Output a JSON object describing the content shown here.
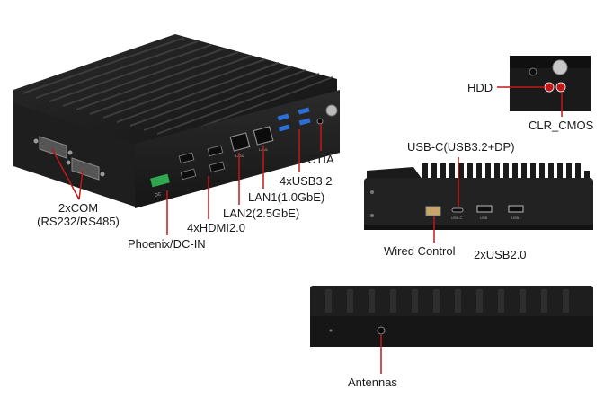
{
  "labels": {
    "com_line1": "2xCOM",
    "com_line2": "(RS232/RS485)",
    "phoenix": "Phoenix/DC-IN",
    "hdmi": "4xHDMI2.0",
    "lan2": "LAN2(2.5GbE)",
    "lan1": "LAN1(1.0GbE)",
    "usb32": "4xUSB3.2",
    "ctia": "CTIA",
    "hdd": "HDD",
    "clr_cmos": "CLR_CMOS",
    "usbc": "USB-C(USB3.2+DP)",
    "wired_control": "Wired Control",
    "usb20": "2xUSB2.0",
    "antennas": "Antennas"
  },
  "port_marks": {
    "dc": "DC",
    "lan2_mark": "LAN2",
    "lan1_mark": "LAN1",
    "usbc_mark": "USB-C",
    "usb_mark_1": "USB",
    "usb_mark_2": "USB"
  },
  "colors": {
    "chassis": "#1b1b1b",
    "chassis_face": "#262626",
    "fin_highlight": "#3a3a3a",
    "usb3_blue": "#2d6fd8",
    "phoenix_green": "#2fa84f",
    "callout_red": "#c01818",
    "callout_line": "#222222"
  }
}
